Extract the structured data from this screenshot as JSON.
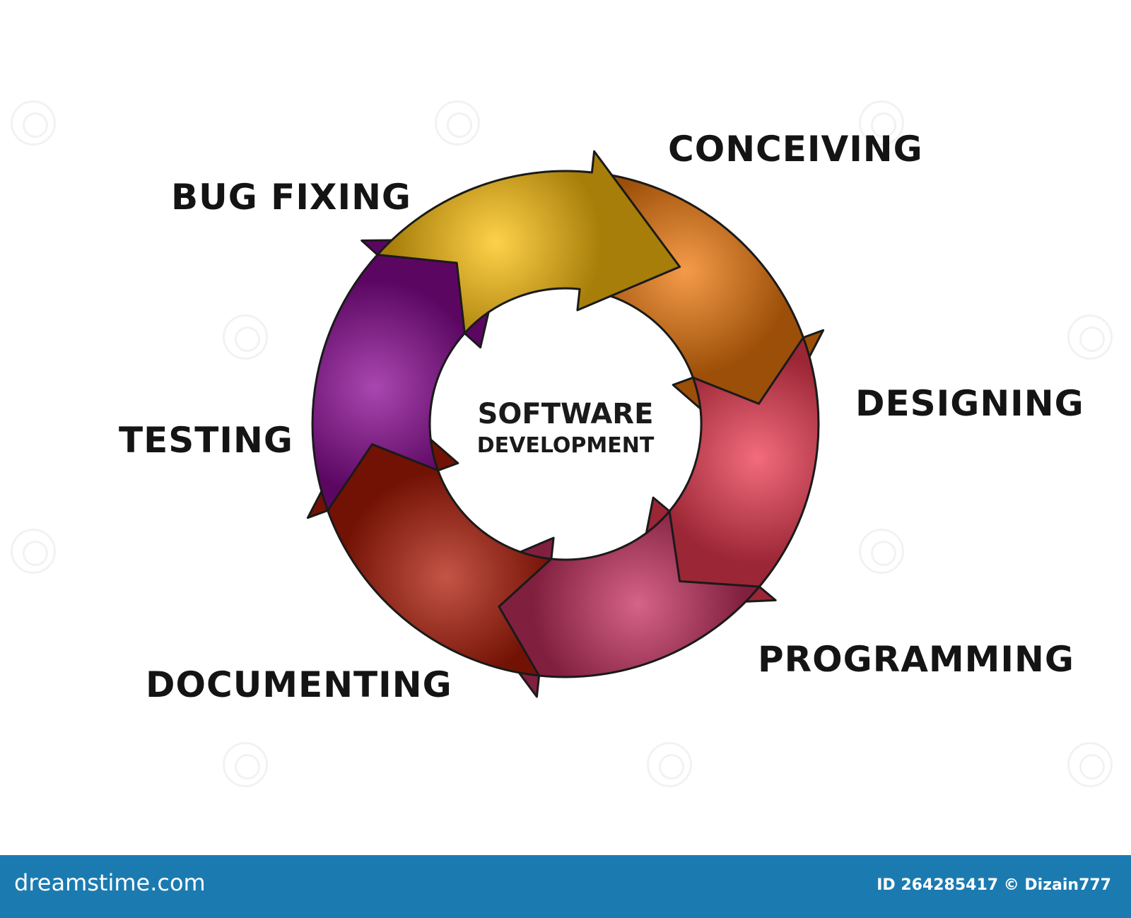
{
  "diagram": {
    "center": {
      "line1": "SOFTWARE",
      "line2": "DEVELOPMENT"
    },
    "stages": [
      {
        "id": "conceiving",
        "label": "CONCEIVING",
        "color": "#f07a0c"
      },
      {
        "id": "designing",
        "label": "DESIGNING",
        "color": "#ee3b52"
      },
      {
        "id": "programming",
        "label": "PROGRAMMING",
        "color": "#c73060"
      },
      {
        "id": "documenting",
        "label": "DOCUMENTING",
        "color": "#b01c08"
      },
      {
        "id": "testing",
        "label": "TESTING",
        "color": "#8c0a96"
      },
      {
        "id": "bug_fixing",
        "label": "BUG FIXING",
        "color": "#ffc20e"
      }
    ]
  },
  "footer": {
    "brand": "dreamstime.com",
    "id_text": "ID 264285417 © Dizain777",
    "background": "#1b7bb1"
  }
}
